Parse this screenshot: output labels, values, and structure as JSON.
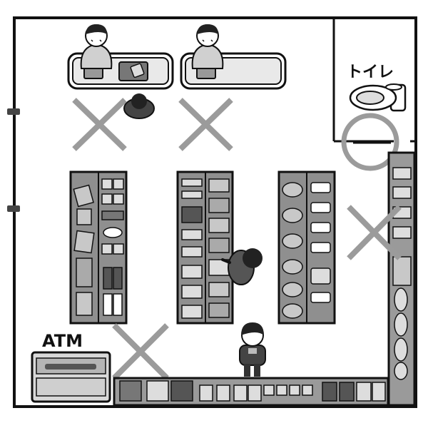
{
  "labels": {
    "atm": "ATM",
    "toilet": "トイレ"
  },
  "colors": {
    "outline": "#111111",
    "shelf_gray": "#8f8f8f",
    "shelf_light": "#c8c8c8",
    "mark_gray": "#9b9b9b",
    "counter_fill": "#e9e9e9",
    "hair": "#222222"
  },
  "marks": {
    "x_marks": [
      "cashier-1-mark",
      "cashier-2-mark",
      "atm-mark",
      "drinks-mark"
    ],
    "o_marks": [
      "toilet-mark"
    ]
  },
  "icons": [
    "cashier-person-icon",
    "customer-person-icon",
    "toilet-icon",
    "atm-machine-icon",
    "shelf-icon"
  ]
}
